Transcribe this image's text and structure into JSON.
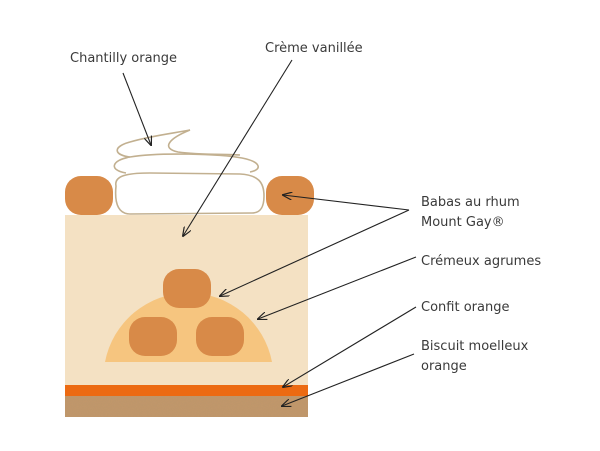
{
  "diagram": {
    "title": "Dessert cross-section",
    "labels": {
      "chantilly": "Chantilly orange",
      "creme": "Crème vanillée",
      "babas_line1": "Babas au rhum",
      "babas_line2": "Mount Gay®",
      "cremeux": "Crémeux agrumes",
      "confit": "Confit orange",
      "biscuit_line1": "Biscuit moelleux",
      "biscuit_line2": "orange"
    },
    "colors": {
      "creme": "#f4e1c3",
      "cremeux": "#f6c57f",
      "babas": "#d88a48",
      "confit": "#ec6a12",
      "biscuit": "#b98a5c",
      "chantilly_stroke": "#c2b090",
      "arrow": "#222222"
    }
  }
}
